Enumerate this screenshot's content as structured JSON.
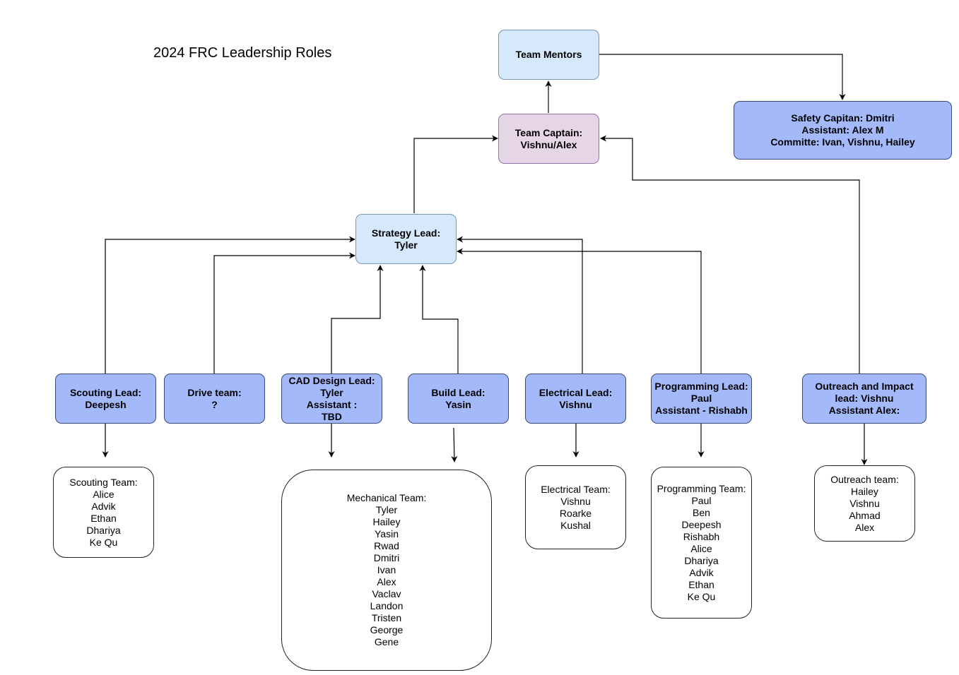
{
  "title": "2024 FRC Leadership Roles",
  "colors": {
    "lead_fill": "#a4b9fa",
    "light_fill": "#d6e8fb",
    "captain_fill": "#e6d5e7",
    "team_fill": "#ffffff",
    "edge": "#000000"
  },
  "nodes": {
    "mentors": {
      "lines": [
        "Team Mentors"
      ]
    },
    "captain": {
      "lines": [
        "Team Captain:",
        "Vishnu/Alex"
      ]
    },
    "safety": {
      "lines": [
        "Safety Capitan: Dmitri",
        "Assistant: Alex M",
        "Committe: Ivan, Vishnu, Hailey"
      ]
    },
    "strategy": {
      "lines": [
        "Strategy Lead:",
        "Tyler"
      ]
    },
    "scouting_lead": {
      "lines": [
        "Scouting Lead:",
        "Deepesh"
      ]
    },
    "drive_team": {
      "lines": [
        "Drive team:",
        "?"
      ]
    },
    "cad_lead": {
      "lines": [
        "CAD Design Lead:",
        "Tyler",
        "Assistant :",
        "TBD"
      ]
    },
    "build_lead": {
      "lines": [
        "Build Lead:",
        "Yasin"
      ]
    },
    "electrical_lead": {
      "lines": [
        "Electrical Lead:",
        "Vishnu"
      ]
    },
    "programming_lead": {
      "lines": [
        "Programming Lead:",
        "Paul",
        "Assistant - Rishabh"
      ]
    },
    "outreach_lead": {
      "lines": [
        "Outreach and Impact",
        "lead: Vishnu",
        "Assistant Alex:"
      ]
    }
  },
  "teams": {
    "scouting": {
      "heading": "Scouting Team:",
      "members": [
        "Alice",
        "Advik",
        "Ethan",
        "Dhariya",
        "Ke Qu"
      ]
    },
    "mechanical": {
      "heading": "Mechanical Team:",
      "members": [
        "Tyler",
        "Hailey",
        "Yasin",
        "Rwad",
        "Dmitri",
        "Ivan",
        "Alex",
        "Vaclav",
        "Landon",
        "Tristen",
        "George",
        "Gene"
      ]
    },
    "electrical": {
      "heading": "Electrical Team:",
      "members": [
        "Vishnu",
        "Roarke",
        "Kushal"
      ]
    },
    "programming": {
      "heading": "Programming Team:",
      "members": [
        "Paul",
        "Ben",
        "Deepesh",
        "Rishabh",
        "Alice",
        "Dhariya",
        "Advik",
        "Ethan",
        "Ke Qu"
      ]
    },
    "outreach": {
      "heading": "Outreach team:",
      "members": [
        "Hailey",
        "Vishnu",
        "Ahmad",
        "Alex"
      ]
    }
  },
  "edges": [
    {
      "from": "captain",
      "to": "mentors"
    },
    {
      "from": "mentors",
      "to": "safety"
    },
    {
      "from": "strategy",
      "to": "captain"
    },
    {
      "from": "outreach_lead",
      "to": "captain"
    },
    {
      "from": "scouting_lead",
      "to": "strategy"
    },
    {
      "from": "drive_team",
      "to": "strategy"
    },
    {
      "from": "cad_lead",
      "to": "strategy"
    },
    {
      "from": "build_lead",
      "to": "strategy"
    },
    {
      "from": "electrical_lead",
      "to": "strategy"
    },
    {
      "from": "programming_lead",
      "to": "strategy"
    },
    {
      "from": "scouting_lead",
      "to": "scouting"
    },
    {
      "from": "cad_lead",
      "to": "mechanical"
    },
    {
      "from": "build_lead",
      "to": "mechanical"
    },
    {
      "from": "electrical_lead",
      "to": "electrical"
    },
    {
      "from": "programming_lead",
      "to": "programming"
    },
    {
      "from": "outreach_lead",
      "to": "outreach"
    }
  ]
}
